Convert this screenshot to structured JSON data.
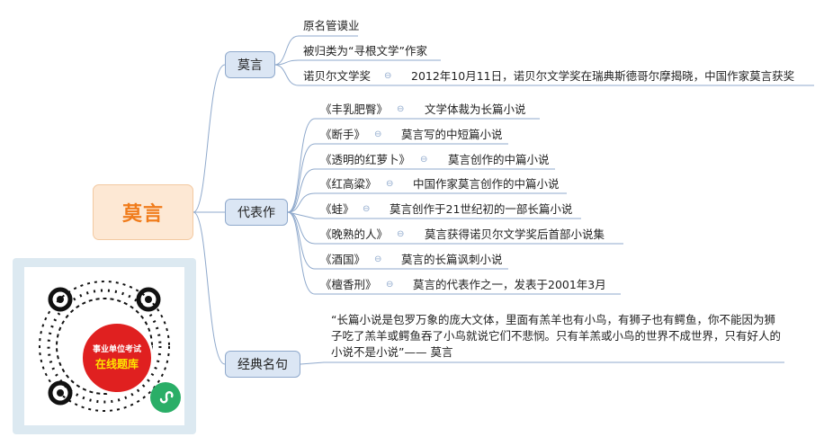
{
  "root": {
    "label": "莫言"
  },
  "branches": [
    {
      "label": "莫言",
      "items": [
        {
          "label": "原名管谟业"
        },
        {
          "label": "被归类为“寻根文学”作家"
        },
        {
          "label": "诺贝尔文学奖",
          "note": "2012年10月11日，诺贝尔文学奖在瑞典斯德哥尔摩揭晓，中国作家莫言获奖"
        }
      ]
    },
    {
      "label": "代表作",
      "items": [
        {
          "label": "《丰乳肥臀》",
          "note": "文学体裁为长篇小说"
        },
        {
          "label": "《断手》",
          "note": "莫言写的中短篇小说"
        },
        {
          "label": "《透明的红萝卜》",
          "note": "莫言创作的中篇小说"
        },
        {
          "label": "《红高粱》",
          "note": "中国作家莫言创作的中篇小说"
        },
        {
          "label": "《蛙》",
          "note": "莫言创作于21世纪初的一部长篇小说"
        },
        {
          "label": "《晚熟的人》",
          "note": "莫言获得诺贝尔文学奖后首部小说集"
        },
        {
          "label": "《酒国》",
          "note": "莫言的长篇讽刺小说"
        },
        {
          "label": "《檀香刑》",
          "note": "莫言的代表作之一，发表于2001年3月"
        }
      ]
    },
    {
      "label": "经典名句",
      "quote": "“长篇小说是包罗万象的庞大文体，里面有羔羊也有小鸟，有狮子也有鳄鱼，你不能因为狮子吃了羔羊或鳄鱼吞了小鸟就说它们不悲悯。只有羊羔或小鸟的世界不成世界，只有好人的小说不是小说”—— 莫言"
    }
  ],
  "qr": {
    "line1": "事业单位考试",
    "line2": "在线题库"
  },
  "colors": {
    "root_text": "#f07c1c",
    "root_fill": "#fde8d4",
    "branch_fill": "#dbe6f4",
    "branch_border": "#8fa9cc",
    "line": "#8fa9cc"
  }
}
